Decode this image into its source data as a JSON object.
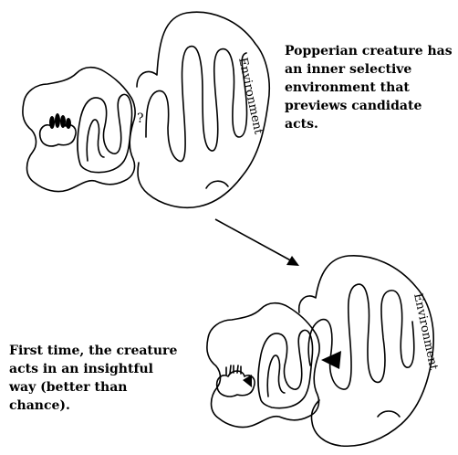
{
  "top_panel": {
    "environment_label": "Environment",
    "question_mark": "?",
    "caption": "Popperian creature has\nan inner selective\nenvironment that\npreviews candidate acts."
  },
  "bottom_panel": {
    "environment_label": "Environment",
    "caption": "First time, the creature\nacts in an insightful\nway (better than\nchance)."
  },
  "colors": {
    "ink": "#000000",
    "background": "#ffffff"
  }
}
